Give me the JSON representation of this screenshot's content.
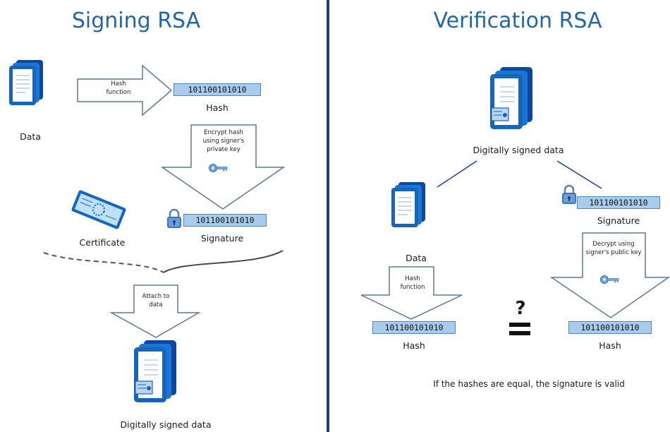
{
  "signing": {
    "title": "Signing RSA",
    "data_label": "Data",
    "hash_function_label": "Hash function",
    "hash_value": "101100101010",
    "hash_label": "Hash",
    "encrypt_label": "Encrypt hash using signer's private key",
    "certificate_label": "Certificate",
    "signature_value": "101100101010",
    "signature_label": "Signature",
    "attach_label": "Attach to data",
    "signed_data_label": "Digitally signed data"
  },
  "verification": {
    "title": "Verification RSA",
    "signed_data_label": "Digitally signed data",
    "data_label": "Data",
    "signature_value": "101100101010",
    "signature_label": "Signature",
    "hash_function_label": "Hash function",
    "decrypt_label": "Decrypt using signer's public key",
    "left_hash_value": "101100101010",
    "left_hash_label": "Hash",
    "right_hash_value": "101100101010",
    "right_hash_label": "Hash",
    "question_mark": "?",
    "result_text": "If the hashes are equal, the signature is valid"
  },
  "colors": {
    "accent": "#1f67a8",
    "divider": "#1a3f8f",
    "bits_fill": "#a9ccec",
    "document_blue": "#1565c0"
  }
}
